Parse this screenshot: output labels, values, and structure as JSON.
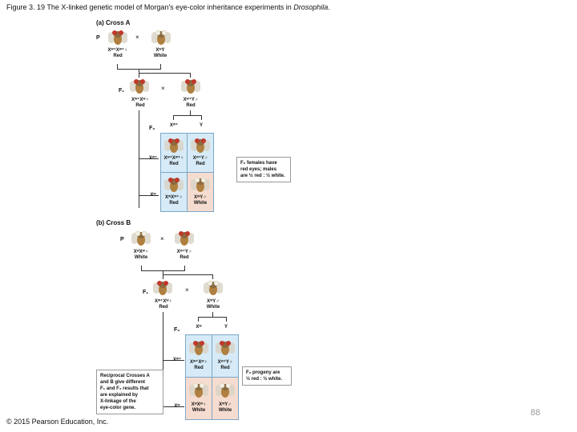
{
  "caption": {
    "prefix": "Figure 3. 19 The X-linked genetic model of Morgan's eye-color inheritance experiments in ",
    "species": "Drosophila",
    "suffix": "."
  },
  "copyright": "© 2015 Pearson Education, Inc.",
  "page_number": "88",
  "colors": {
    "red_eye": "#c0392b",
    "white_eye": "#f2efe4",
    "blue_cell": "#d6ebf7",
    "pink_cell": "#f6dcd0"
  },
  "cross_a": {
    "title": "(a) Cross A",
    "p_label": "P",
    "times": "×",
    "p_female_genotype": "Xʷ⁺Xʷ⁺♀",
    "p_female_phenotype": "Red",
    "p_male_genotype": "XʷY",
    "p_male_phenotype": "White",
    "f1_label": "F₁",
    "f1_female_genotype": "Xʷ⁺Xʷ♀",
    "f1_female_phenotype": "Red",
    "f1_male_genotype": "Xʷ⁺Y♂",
    "f1_male_phenotype": "Red",
    "f2_label": "F₂",
    "col1": "Xʷ⁺",
    "col2": "Y",
    "row1": "Xʷ⁺",
    "row2": "Xʷ",
    "c11_genotype": "Xʷ⁺Xʷ⁺♀",
    "c11_phenotype": "Red",
    "c12_genotype": "Xʷ⁺Y♂",
    "c12_phenotype": "Red",
    "c21_genotype": "XʷXʷ⁺♀",
    "c21_phenotype": "Red",
    "c22_genotype": "XʷY♂",
    "c22_phenotype": "White",
    "callout_l1": "F₂ females have",
    "callout_l2": "red eyes; males",
    "callout_l3": "are ½ red : ½ white."
  },
  "cross_b": {
    "title": "(b) Cross B",
    "p_label": "P",
    "times": "×",
    "p_female_genotype": "XʷXʷ♀",
    "p_female_phenotype": "White",
    "p_male_genotype": "Xʷ⁺Y♂",
    "p_male_phenotype": "Red",
    "f1_label": "F₁",
    "f1_female_genotype": "Xʷ⁺Xʷ♀",
    "f1_female_phenotype": "Red",
    "f1_male_genotype": "XʷY♂",
    "f1_male_phenotype": "White",
    "f2_label": "F₂",
    "col1": "Xʷ",
    "col2": "Y",
    "row1": "Xʷ⁺",
    "row2": "Xʷ",
    "c11_genotype": "Xʷ⁺Xʷ♀",
    "c11_phenotype": "Red",
    "c12_genotype": "Xʷ⁺Y♂",
    "c12_phenotype": "Red",
    "c21_genotype": "XʷXʷ♀",
    "c21_phenotype": "White",
    "c22_genotype": "XʷY♂",
    "c22_phenotype": "White",
    "callout_l1": "F₂ progeny are",
    "callout_l2": "½ red : ½ white.",
    "reciprocal_l1": "Reciprocal Crosses A",
    "reciprocal_l2": "and B give different",
    "reciprocal_l3": "F₁ and F₂ results that",
    "reciprocal_l4": "are explained by",
    "reciprocal_l5": "X-linkage of the",
    "reciprocal_l6": "eye-color gene."
  }
}
